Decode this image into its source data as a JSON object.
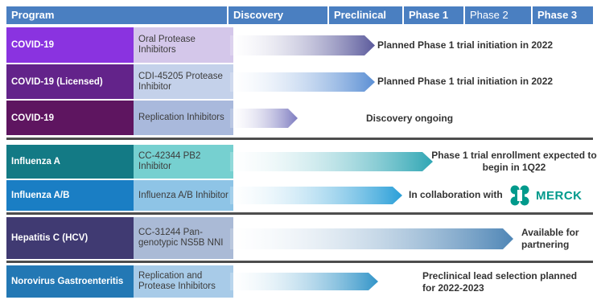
{
  "header": {
    "program": "Program",
    "discovery": "Discovery",
    "preclinical": "Preclinical",
    "phase1": "Phase 1",
    "phase2": "Phase 2",
    "phase3": "Phase 3"
  },
  "rows": [
    {
      "program": "COVID-19",
      "candidate": "Oral Protease Inhibitors",
      "status": "Planned Phase 1 trial initiation in 2022",
      "program_color": "#8a33e0",
      "candidate_color": "#d4c7ea",
      "arrow_color": "#5b5a9c"
    },
    {
      "program": "COVID-19 (Licensed)",
      "candidate": "CDI-45205 Protease Inhibitor",
      "status": "Planned Phase 1 trial initiation in 2022",
      "program_color": "#63238a",
      "candidate_color": "#c4d1ea",
      "arrow_color": "#5b8fd4"
    },
    {
      "program": "COVID-19",
      "candidate": "Replication Inhibitors",
      "status": "Discovery ongoing",
      "program_color": "#5e1560",
      "candidate_color": "#a9b9dc",
      "arrow_color": "#7d7bc0"
    },
    {
      "program": "Influenza A",
      "candidate": "CC-42344 PB2 Inhibitor",
      "status": "Phase 1 trial enrollment expected to begin in 1Q22",
      "program_color": "#137a85",
      "candidate_color": "#76d0d0",
      "arrow_color": "#2fa6b4"
    },
    {
      "program": "Influenza A/B",
      "candidate": "Influenza A/B Inhibitor",
      "status": "In collaboration with",
      "partner": "MERCK",
      "program_color": "#1a7ec4",
      "candidate_color": "#8ec4e6",
      "arrow_color": "#2a9fd8"
    },
    {
      "program": "Hepatitis C (HCV)",
      "candidate": "CC-31244 Pan-genotypic NS5B NNI",
      "status": "Available for partnering",
      "program_color": "#403a72",
      "candidate_color": "#aabad6",
      "arrow_color": "#4f86b6"
    },
    {
      "program": "Norovirus Gastroenteritis",
      "candidate": "Replication and Protease Inhibitors",
      "status": "Preclinical lead selection planned for 2022-2023",
      "program_color": "#2378b4",
      "candidate_color": "#a8cbe8",
      "arrow_color": "#3294c8"
    }
  ]
}
